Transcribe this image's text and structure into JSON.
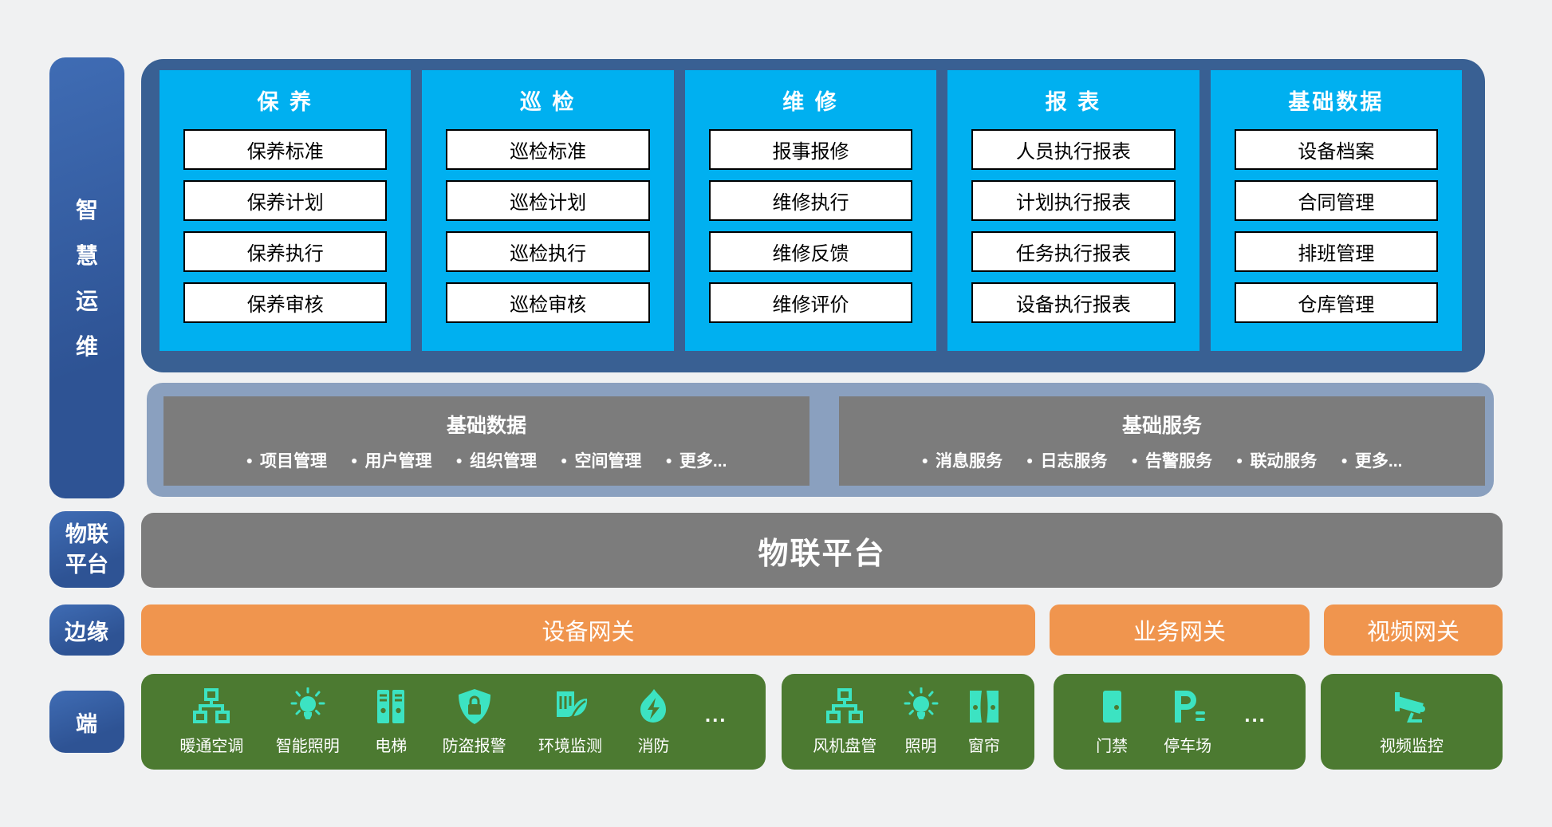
{
  "sidebar": {
    "smart_ops": "智慧运维",
    "iot_platform": "物联平台",
    "edge": "边缘",
    "terminal": "端"
  },
  "top_section": {
    "columns": [
      {
        "title": "保 养",
        "items": [
          "保养标准",
          "保养计划",
          "保养执行",
          "保养审核"
        ]
      },
      {
        "title": "巡 检",
        "items": [
          "巡检标准",
          "巡检计划",
          "巡检执行",
          "巡检审核"
        ]
      },
      {
        "title": "维 修",
        "items": [
          "报事报修",
          "维修执行",
          "维修反馈",
          "维修评价"
        ]
      },
      {
        "title": "报 表",
        "items": [
          "人员执行报表",
          "计划执行报表",
          "任务执行报表",
          "设备执行报表"
        ]
      },
      {
        "title": "基础数据",
        "items": [
          "设备档案",
          "合同管理",
          "排班管理",
          "仓库管理"
        ]
      }
    ]
  },
  "middle_section": {
    "groups": [
      {
        "title": "基础数据",
        "bullet": "●",
        "items": [
          "项目管理",
          "用户管理",
          "组织管理",
          "空间管理",
          "更多..."
        ]
      },
      {
        "title": "基础服务",
        "bullet": "●",
        "items": [
          "消息服务",
          "日志服务",
          "告警服务",
          "联动服务",
          "更多..."
        ]
      }
    ]
  },
  "iot_bar": {
    "title": "物联平台"
  },
  "edge_row": {
    "gateways": [
      {
        "label": "设备网关"
      },
      {
        "label": "业务网关"
      },
      {
        "label": "视频网关"
      }
    ]
  },
  "device_row": {
    "groups": [
      {
        "more": "...",
        "devices": [
          {
            "label": "暖通空调",
            "icon": "network-icon"
          },
          {
            "label": "智能照明",
            "icon": "bulb-icon"
          },
          {
            "label": "电梯",
            "icon": "elevator-icon"
          },
          {
            "label": "防盗报警",
            "icon": "shield-lock-icon"
          },
          {
            "label": "环境监测",
            "icon": "leaf-monitor-icon"
          },
          {
            "label": "消防",
            "icon": "flame-icon"
          }
        ]
      },
      {
        "devices": [
          {
            "label": "风机盘管",
            "icon": "network-icon"
          },
          {
            "label": "照明",
            "icon": "bulb-icon"
          },
          {
            "label": "窗帘",
            "icon": "curtain-icon"
          }
        ]
      },
      {
        "more": "...",
        "devices": [
          {
            "label": "门禁",
            "icon": "door-icon"
          },
          {
            "label": "停车场",
            "icon": "parking-icon"
          }
        ]
      },
      {
        "devices": [
          {
            "label": "视频监控",
            "icon": "cctv-icon"
          }
        ]
      }
    ]
  },
  "colors": {
    "background": "#f0f1f2",
    "sidebar_blue": "#2f5496",
    "container_navy": "#396093",
    "column_cyan": "#00b0f0",
    "band_steel_blue": "#8aa0bf",
    "box_gray": "#7c7c7c",
    "gateway_orange": "#f0954e",
    "device_green": "#4c7a31",
    "icon_teal": "#3ce3c2"
  }
}
